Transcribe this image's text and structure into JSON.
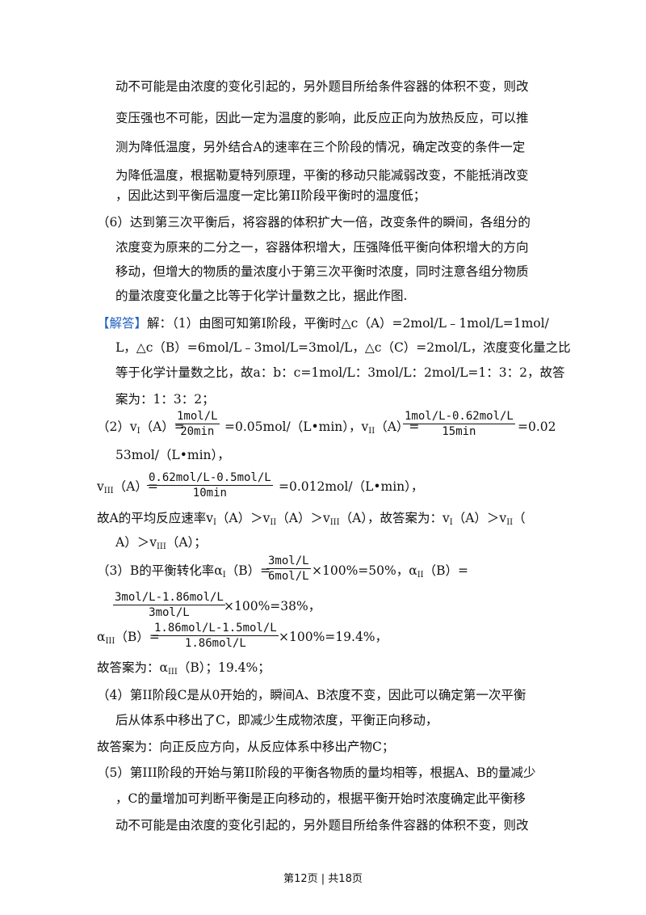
{
  "top_lines": [
    "动不可能是由浓度的变化引起的，另外题目所给条件容器的体积不变，则改",
    "变压强也不可能，因此一定为温度的影响，此反应正向为放热反应，可以推",
    "测为降低温度，另外结合A的速率在三个阶段的情况，确定改变的条件一定",
    "为降低温度，根据勒夏特列原理，平衡的移动只能减弱改变，不能抵消改变",
    "，因此达到平衡后温度一定比第II阶段平衡时的温度低；",
    "（6）达到第三次平衡后，将容器的体积扩大一倍，改变条件的瞬间，各组分的",
    "浓度变为原来的二分之一，容器体积增大，压强降低平衡向体积增大的方向",
    "移动，但增大的物质的量浓度小于第三次平衡时浓度，同时注意各组分物质",
    "的量浓度变化量之比等于化学计量数之比，据此作图."
  ],
  "answer": {
    "tag": "【解答】",
    "line1": "解：（1）由图可知第I阶段，平衡时△c（A）=2mol/L﹣1mol/L=1mol/",
    "line2": "L，△c（B）=6mol/L﹣3mol/L=3mol/L，△c（C）=2mol/L，浓度变化量之比",
    "line3": "等于化学计量数之比，故a：b：c=1mol/L：3mol/L：2mol/L=1：3：2，故答",
    "line4": "案为：1：3：2；"
  },
  "q2": {
    "prefix": "（2）v",
    "sub_I": "I",
    "sub_II": "II",
    "sub_III": "III",
    "a_eq": "（A）=",
    "f1_num": "1mol/L",
    "f1_den": "20min",
    "r1": "=0.05mol/（L•min），v",
    "f2_num": "1mol/L-0.62mol/L",
    "f2_den": "15min",
    "r2": "=0.02",
    "r2b": "53mol/（L•min），",
    "v3": "v",
    "f3_num": "0.62mol/L-0.5mol/L",
    "f3_den": "10min",
    "r3": "=0.012mol/（L•min），",
    "c1a": "故A的平均反应速率v",
    "c1b": "（A）＞v",
    "c1c": "（A）＞v",
    "c1d": "（A），故答案为：v",
    "c1e": "（A）＞v",
    "c1f": "（",
    "c2a": "A）＞v",
    "c2b": "（A）；"
  },
  "q3": {
    "prefix": "（3）B的平衡转化率α",
    "b_eq": "（B）=",
    "f1_num": "3mol/L",
    "f1_den": "6mol/L",
    "r1": "×100%=50%，α",
    "r1b": "（B）=",
    "f2_num": "3mol/L-1.86mol/L",
    "f2_den": "3mol/L",
    "r2": "×100%=38%，",
    "a3": "α",
    "f3_num": "1.86mol/L-1.5mol/L",
    "f3_den": "1.86mol/L",
    "r3": "×100%=19.4%，",
    "ans_a": "故答案为：α",
    "ans_b": "（B）；19.4%；"
  },
  "q4": {
    "l1": "（4）第II阶段C是从0开始的，瞬间A、B浓度不变，因此可以确定第一次平衡",
    "l2": "后从体系中移出了C，即减少生成物浓度，平衡正向移动，",
    "l3": "故答案为：向正反应方向，从反应体系中移出产物C；"
  },
  "q5": {
    "l1": "（5）第III阶段的开始与第II阶段的平衡各物质的量均相等，根据A、B的量减少",
    "l2": "，C的量增加可判断平衡是正向移动的，根据平衡开始时浓度确定此平衡移",
    "l3": "动不可能是由浓度的变化引起的，另外题目所给条件容器的体积不变，则改"
  },
  "footer": "第12页 | 共18页"
}
